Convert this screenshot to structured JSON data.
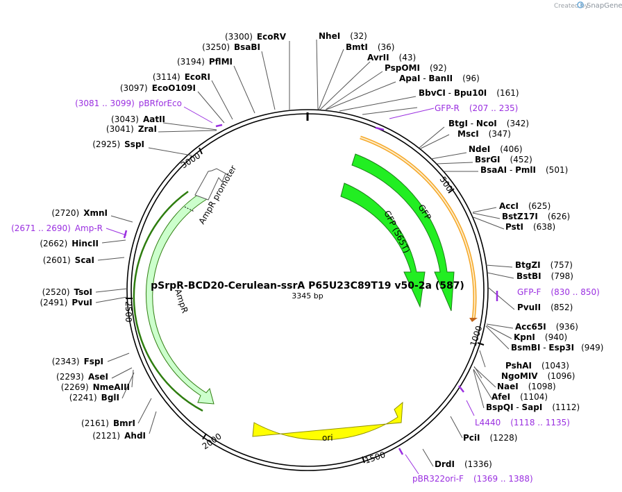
{
  "credit": {
    "created_by": "Created by",
    "brand": "SnapGene",
    "icon": "snapgene-logo-icon"
  },
  "plasmid": {
    "name": "pSrpR-BCD20-Cerulean-ssrA P65U23C89T19 v50-2a (587)",
    "length_label": "3345 bp",
    "length": 3345
  },
  "ruler_ticks": [
    "500",
    "1000",
    "1500",
    "2000",
    "2500",
    "3000"
  ],
  "sites": [
    {
      "pos": "(3300)",
      "names": [
        "EcoRV"
      ]
    },
    {
      "pos": "(3250)",
      "names": [
        "BsaBI"
      ]
    },
    {
      "pos": "(3194)",
      "names": [
        "PflMI"
      ]
    },
    {
      "pos": "(3114)",
      "names": [
        "EcoRI"
      ]
    },
    {
      "pos": "(3097)",
      "names": [
        "EcoO109I"
      ]
    },
    {
      "pos": "(3043)",
      "names": [
        "AatII"
      ]
    },
    {
      "pos": "(3041)",
      "names": [
        "ZraI"
      ]
    },
    {
      "pos": "(2925)",
      "names": [
        "SspI"
      ]
    },
    {
      "pos": "(2720)",
      "names": [
        "XmnI"
      ]
    },
    {
      "pos": "(2662)",
      "names": [
        "HincII"
      ]
    },
    {
      "pos": "(2601)",
      "names": [
        "ScaI"
      ]
    },
    {
      "pos": "(2520)",
      "names": [
        "TsoI"
      ]
    },
    {
      "pos": "(2491)",
      "names": [
        "PvuI"
      ]
    },
    {
      "pos": "(2343)",
      "names": [
        "FspI"
      ]
    },
    {
      "pos": "(2293)",
      "names": [
        "AseI"
      ]
    },
    {
      "pos": "(2269)",
      "names": [
        "NmeAIII"
      ]
    },
    {
      "pos": "(2241)",
      "names": [
        "BglI"
      ]
    },
    {
      "pos": "(2161)",
      "names": [
        "BmrI"
      ]
    },
    {
      "pos": "(2121)",
      "names": [
        "AhdI"
      ]
    },
    {
      "pos": "(32)",
      "names": [
        "NheI"
      ]
    },
    {
      "pos": "(36)",
      "names": [
        "BmtI"
      ]
    },
    {
      "pos": "(43)",
      "names": [
        "AvrII"
      ]
    },
    {
      "pos": "(92)",
      "names": [
        "PspOMI"
      ]
    },
    {
      "pos": "(96)",
      "names": [
        "ApaI",
        "BanII"
      ]
    },
    {
      "pos": "(161)",
      "names": [
        "BbvCI",
        "Bpu10I"
      ]
    },
    {
      "pos": "(342)",
      "names": [
        "BtgI",
        "NcoI"
      ]
    },
    {
      "pos": "(347)",
      "names": [
        "MscI"
      ]
    },
    {
      "pos": "(406)",
      "names": [
        "NdeI"
      ]
    },
    {
      "pos": "(452)",
      "names": [
        "BsrGI"
      ]
    },
    {
      "pos": "(501)",
      "names": [
        "BsaAI",
        "PmlI"
      ]
    },
    {
      "pos": "(625)",
      "names": [
        "AccI"
      ]
    },
    {
      "pos": "(626)",
      "names": [
        "BstZ17I"
      ]
    },
    {
      "pos": "(638)",
      "names": [
        "PstI"
      ]
    },
    {
      "pos": "(757)",
      "names": [
        "BtgZI"
      ]
    },
    {
      "pos": "(798)",
      "names": [
        "BstBI"
      ]
    },
    {
      "pos": "(852)",
      "names": [
        "PvuII"
      ]
    },
    {
      "pos": "(936)",
      "names": [
        "Acc65I"
      ]
    },
    {
      "pos": "(940)",
      "names": [
        "KpnI"
      ]
    },
    {
      "pos": "(949)",
      "names": [
        "BsmBI",
        "Esp3I"
      ]
    },
    {
      "pos": "(1043)",
      "names": [
        "PshAI"
      ]
    },
    {
      "pos": "(1096)",
      "names": [
        "NgoMIV"
      ]
    },
    {
      "pos": "(1098)",
      "names": [
        "NaeI"
      ]
    },
    {
      "pos": "(1104)",
      "names": [
        "AfeI"
      ]
    },
    {
      "pos": "(1112)",
      "names": [
        "BspQI",
        "SapI"
      ]
    },
    {
      "pos": "(1228)",
      "names": [
        "PciI"
      ]
    },
    {
      "pos": "(1336)",
      "names": [
        "DrdI"
      ]
    }
  ],
  "primers": [
    {
      "range": "(3081 .. 3099)",
      "name": "pBRforEco"
    },
    {
      "range": "(2671 .. 2690)",
      "name": "Amp-R"
    },
    {
      "range": "(207 .. 235)",
      "name": "GFP-R"
    },
    {
      "range": "(830 .. 850)",
      "name": "GFP-F"
    },
    {
      "range": "(1118 .. 1135)",
      "name": "L4440"
    },
    {
      "range": "(1369 .. 1388)",
      "name": "pBR322ori-F"
    }
  ],
  "features": [
    {
      "name": "GFP",
      "color": "#22ee22"
    },
    {
      "name": "GFP (S65T)",
      "color": "#22ee22"
    },
    {
      "name": "ori",
      "color": "#ffff00"
    },
    {
      "name": "AmpR",
      "color": "#ccffcc"
    },
    {
      "name": "AmpR promoter",
      "color": "#ffffff"
    }
  ],
  "colors": {
    "primer": "#9a2fe0",
    "orange_feature": "#f5a623",
    "green_outline": "#2e7d0f"
  }
}
